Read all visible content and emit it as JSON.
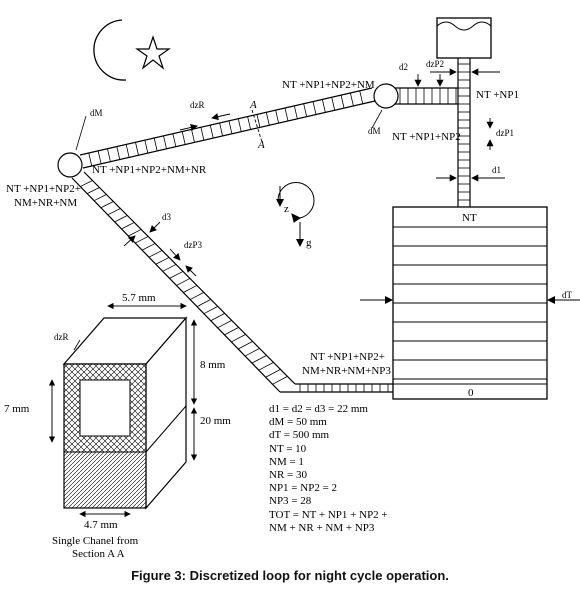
{
  "caption": "Figure 3: Discretized loop for night cycle operation.",
  "labels": {
    "flow_top_right": "NT +NP1+NP2+NM",
    "riser_upper": "NT +NP1",
    "riser_lower": "NT +NP1+NP2",
    "left_corner": "NT +NP1+NP2+NM+NR",
    "left_sum_line1": "NT +NP1+NP2+",
    "left_sum_line2": "NM+NR+NM",
    "bottom_sum_line1": "NT +NP1+NP2+",
    "bottom_sum_line2": "NM+NR+NM+NP3",
    "tank_top": "NT",
    "tank_bottom": "0",
    "d2": "d2",
    "dzP2": "dzP2",
    "dzP1": "dzP1",
    "d1": "d1",
    "dT": "dT",
    "dM_top_left": "dM",
    "dM_top_right": "dM",
    "dzR": "dzR",
    "d3": "d3",
    "dzP3": "dzP3",
    "section_a_upper": "A",
    "section_a_lower": "A",
    "z_axis": "z",
    "g_axis": "g",
    "width_top": "5.7 mm",
    "height_upper": "8 mm",
    "height_lower": "20 mm",
    "height_left": "7 mm",
    "width_bottom": "4.7 mm",
    "channel_dzR": "dzR",
    "channel_title_line1": "Single Chanel from",
    "channel_title_line2": "Section A A"
  },
  "parameters": [
    "d1 = d2 = d3 = 22 mm",
    "dM = 50 mm",
    "dT = 500 mm",
    "NT = 10",
    "NM = 1",
    "NR = 30",
    "NP1 = NP2 = 2",
    "NP3 = 28",
    "TOT = NT + NP1 + NP2 +",
    "NM + NR + NM + NP3"
  ]
}
